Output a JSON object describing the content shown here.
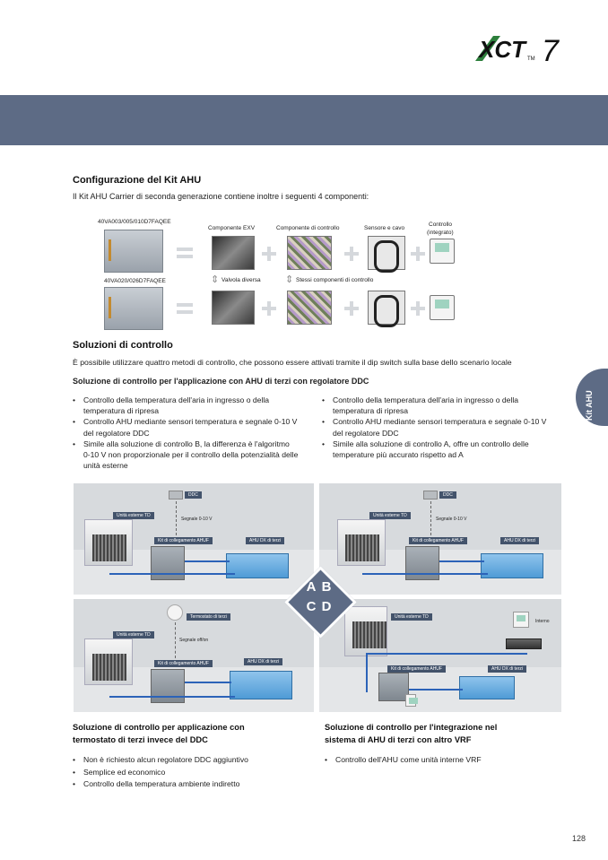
{
  "brand": {
    "logo": "XCT7",
    "logo_main": "XCT",
    "logo_num": "7",
    "logo_tm": "TM"
  },
  "side_tab": "Kit AHU",
  "section1": {
    "title": "Configurazione del Kit AHU",
    "intro": "Il Kit AHU Carrier di seconda generazione contiene inoltre i seguenti 4 componenti:"
  },
  "kit_figure": {
    "model_top": "40VA003/005/010D7FAQEE",
    "model_bottom": "40VA020/026D7FAQEE",
    "comp_exv": "Componente EXV",
    "comp_control": "Componente di controllo",
    "comp_sensor": "Sensore e cavo",
    "comp_controller_1": "Controllo",
    "comp_controller_2": "(integrato)",
    "note_valve": "Valvola diversa",
    "note_same": "Stessi componenti di controllo"
  },
  "section2": {
    "title": "Soluzioni di controllo",
    "intro": "È possibile utilizzare quattro metodi di controllo, che possono essere attivati tramite il dip switch sulla base dello scenario locale",
    "subtitle": "Soluzione di controllo per l'applicazione con AHU di terzi con regolatore DDC"
  },
  "left_bullets": [
    {
      "l1": "Controllo della temperatura dell'aria in ingresso o della",
      "l2": "temperatura di ripresa"
    },
    {
      "l1": "Controllo AHU mediante sensori temperatura e segnale 0-10 V",
      "l2": "del regolatore DDC"
    },
    {
      "l1": "Simile alla soluzione di controllo B, la differenza è l'algoritmo",
      "l2": "0-10 V non proporzionale per il controllo della potenzialità delle",
      "l3": "unità esterne"
    }
  ],
  "right_bullets": [
    {
      "l1": "Controllo della temperatura dell'aria in ingresso o della",
      "l2": "temperatura di ripresa"
    },
    {
      "l1": "Controllo AHU mediante sensori temperatura e segnale 0-10 V",
      "l2": "del regolatore DDC"
    },
    {
      "l1": "Simile alla soluzione di controllo A, offre un controllo delle",
      "l2": "temperature più accurato rispetto ad A"
    }
  ],
  "diagram": {
    "a": {
      "ddc": "DDC",
      "outdoor": "Unità esterne TD",
      "signal": "Segnale 0-10 V",
      "kit": "Kit di collegamento AHUF",
      "ahu": "AHU DX di terzi"
    },
    "b": {
      "ddc": "DDC",
      "outdoor": "Unità esterne TD",
      "signal": "Segnale 0-10 V",
      "kit": "Kit di collegamento AHUF",
      "ahu": "AHU DX di terzi"
    },
    "c": {
      "thermo": "Termostato di terzi",
      "outdoor": "Unità esterne TD",
      "signal": "Segnale off/on",
      "kit": "Kit di collegamento AHUF",
      "ahu": "AHU DX di terzi"
    },
    "d": {
      "outdoor": "Unità esterne TD",
      "indoor": "Interno",
      "kit": "Kit di collegamento AHUF",
      "ahu": "AHU DX di terzi"
    },
    "letters": {
      "a": "A",
      "b": "B",
      "c": "C",
      "d": "D"
    }
  },
  "solution_c": {
    "title_1": "Soluzione di controllo per applicazione con",
    "title_2": "termostato di terzi invece del DDC",
    "bullets": [
      "Non è richiesto alcun regolatore DDC aggiuntivo",
      "Semplice ed economico",
      "Controllo della temperatura ambiente indiretto"
    ]
  },
  "solution_d": {
    "title_1": "Soluzione di controllo per l'integrazione nel",
    "title_2": "sistema di AHU di terzi con altro VRF",
    "bullets": [
      "Controllo dell'AHU come unità interne VRF"
    ]
  },
  "page_number": "128",
  "colors": {
    "banner": "#5d6b85",
    "pipe": "#2c63b8",
    "ahu": "#4f9bd6"
  }
}
